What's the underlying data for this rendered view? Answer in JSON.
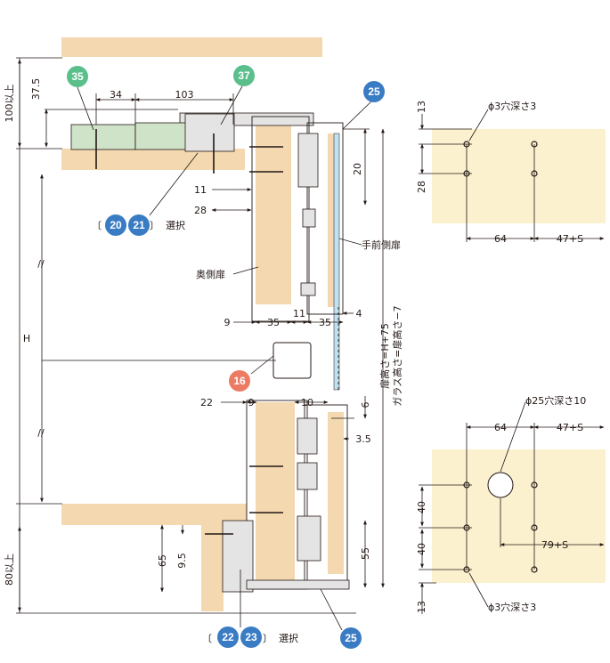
{
  "colors": {
    "wood": "#f3d8b0",
    "panel": "#fbf1cf",
    "badge_green": "#5bbf8c",
    "badge_blue": "#3a7cc4",
    "badge_red": "#ec7b63",
    "glass": "#bfe1f0"
  },
  "badges": {
    "b35": "35",
    "b37": "37",
    "b25_top": "25",
    "b20": "20",
    "b21": "21",
    "b16": "16",
    "b22": "22",
    "b23": "23",
    "b25_bottom": "25"
  },
  "labels": {
    "select_top": "選択",
    "select_bottom": "選択",
    "bracket_open": "〔",
    "bracket_close": "〕",
    "back_door": "奥側扉",
    "front_door": "手前側扉",
    "door_height": "扉高さ=H+75",
    "glass_height": "ガラス高さ=扉高さ−7",
    "hole_top": "ϕ3穴深さ3",
    "hole_big": "ϕ25穴深さ10",
    "hole_bottom": "ϕ3穴深さ3",
    "h": "H",
    "gap_marks": "//"
  },
  "dims": {
    "d100": "100以上",
    "d37_5": "37.5",
    "d34": "34",
    "d103": "103",
    "d20": "20",
    "d11a": "11",
    "d28": "28",
    "d9a": "9",
    "d35a": "35",
    "d11b": "11",
    "d35b": "35",
    "d4": "4",
    "d22": "22",
    "d9b": "9",
    "d10": "10",
    "d6": "6",
    "d3_5": "3.5",
    "d65": "65",
    "d9_5": "9.5",
    "d55": "55",
    "d80": "80以上",
    "p13a": "13",
    "p28": "28",
    "p64a": "64",
    "p47a": "47+S",
    "p64b": "64",
    "p47b": "47+S",
    "p40a": "40",
    "p40b": "40",
    "p79": "79+S",
    "p13b": "13"
  }
}
